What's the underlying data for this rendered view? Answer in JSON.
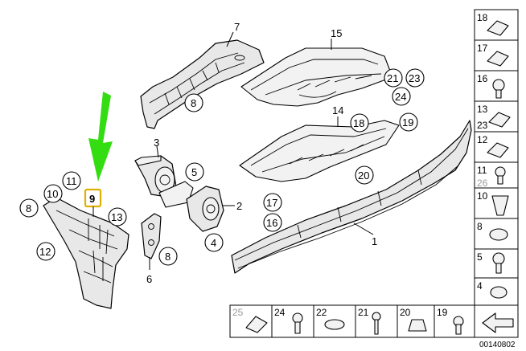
{
  "diagram": {
    "arrow_color": "#33dd11",
    "highlight_color": "#e0b000",
    "highlighted_part": "9",
    "main_labels": {
      "p1": "1",
      "p2": "2",
      "p3": "3",
      "p4": "4",
      "p5": "5",
      "p6": "6",
      "p7": "7",
      "p8a": "8",
      "p8b": "8",
      "p8c": "8",
      "p9": "9",
      "p10": "10",
      "p11": "11",
      "p12": "12",
      "p13": "13",
      "p14": "14",
      "p15": "15",
      "p16": "16",
      "p17": "17",
      "p18": "18",
      "p19": "19",
      "p20": "20",
      "p21": "21",
      "p23": "23",
      "p24": "24"
    },
    "side_panel": {
      "items": [
        "18",
        "17",
        "16",
        "13",
        "23",
        "12",
        "11",
        "26",
        "10",
        "8",
        "5",
        "4"
      ]
    },
    "bottom_panel": {
      "items": [
        "25",
        "24",
        "22",
        "21",
        "20",
        "19"
      ]
    },
    "drawing_number": "00140802"
  }
}
